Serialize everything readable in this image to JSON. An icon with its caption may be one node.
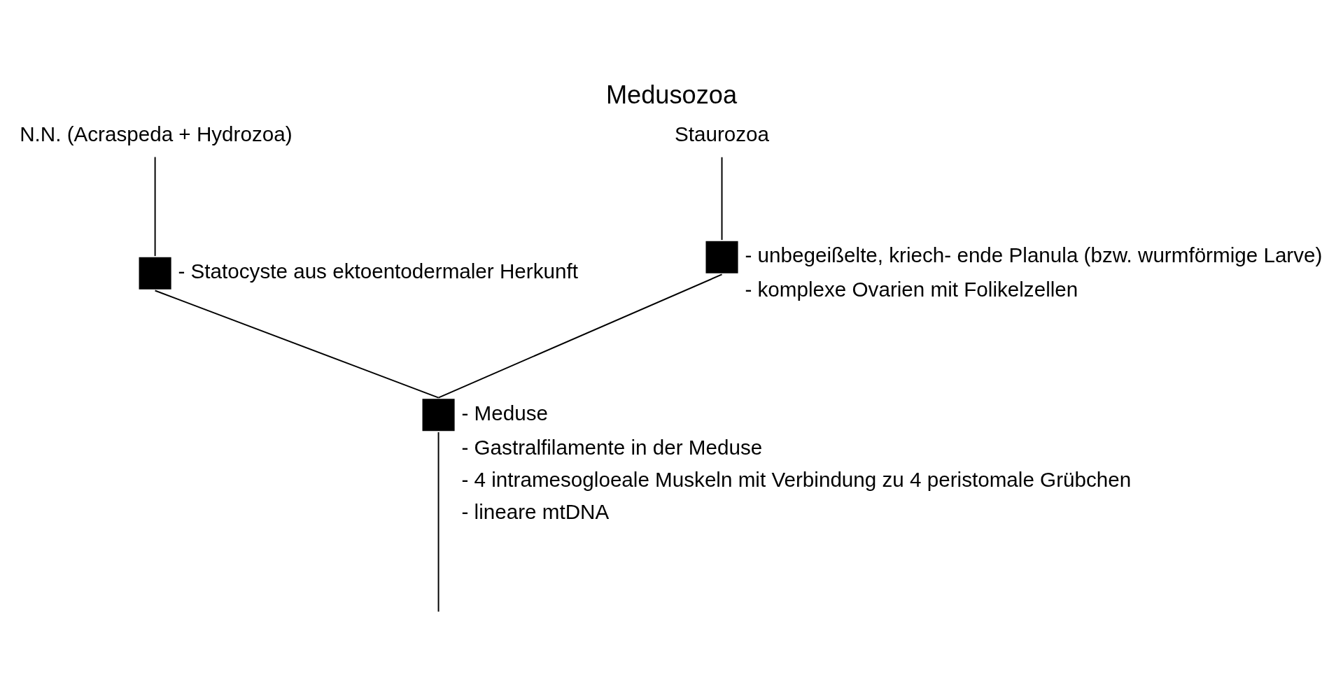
{
  "diagram": {
    "title": "Medusozoa",
    "nodes": [
      {
        "text": [
          "N.N. (Acraspeda + Hydrozoa)"
        ]
      },
      {
        "text": [
          "Staurozoa"
        ]
      },
      {
        "text": [],
        "shape": "box",
        "beside": [
          "- Statocyste aus ektoentodermaler Herkunft"
        ]
      },
      {
        "text": [],
        "shape": "box",
        "beside": [
          "- unbegeißelte, kriech- ende Planula (bzw. wurmförmige Larve)",
          "- komplexe Ovarien mit Folikelzellen"
        ]
      },
      {
        "text": [],
        "shape": "box",
        "beside": [
          "- Meduse",
          "- Gastralfilamente in der Meduse",
          "- 4 intramesogloeale Muskeln mit Verbindung zu 4 peristomale Grübchen",
          "- lineare mtDNA"
        ]
      }
    ],
    "edges": [
      {
        "from": 0,
        "to": 2,
        "arrow": "none"
      },
      {
        "from": 1,
        "to": 3,
        "arrow": "none"
      },
      {
        "from": 2,
        "to": 4,
        "arrow": "none"
      },
      {
        "from": 3,
        "to": 4,
        "arrow": "none"
      },
      {
        "from": 4,
        "to": null,
        "arrow": "none"
      }
    ]
  }
}
